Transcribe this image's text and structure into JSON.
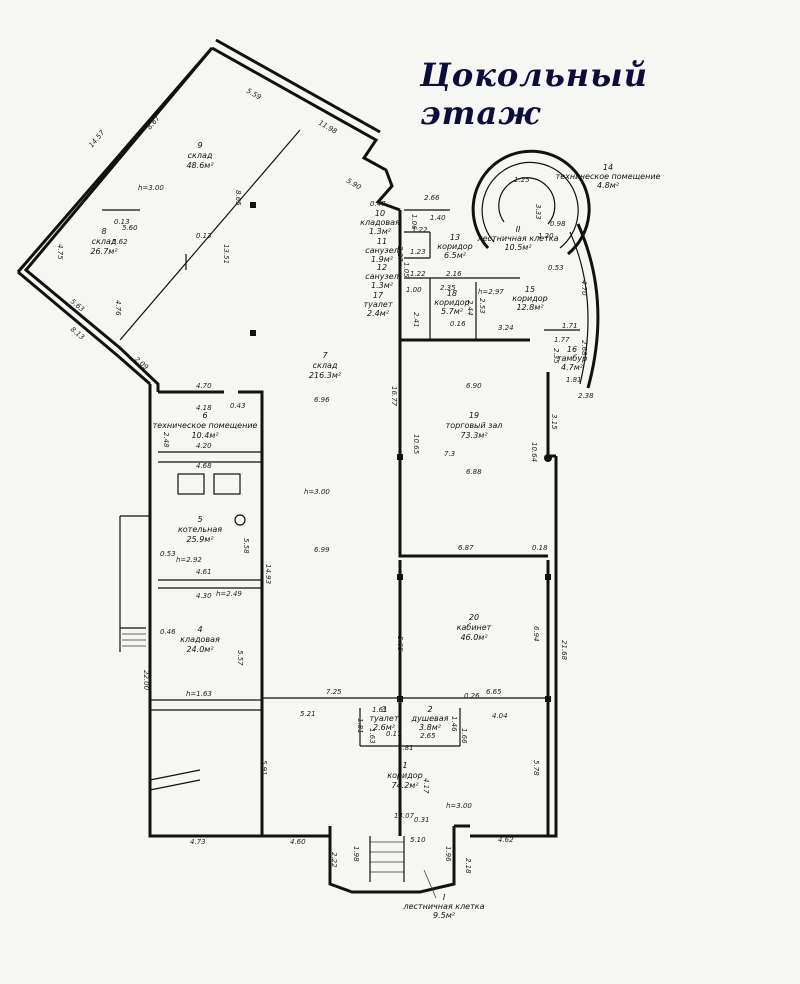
{
  "title": "Цокольный этаж",
  "rooms": [
    {
      "id": "r1",
      "number": "1",
      "name": "коридор",
      "area": "74.2м²"
    },
    {
      "id": "r2",
      "number": "2",
      "name": "душевая",
      "area": "3.8м²"
    },
    {
      "id": "r3",
      "number": "3",
      "name": "туалет",
      "area": "2.6м²"
    },
    {
      "id": "r4",
      "number": "4",
      "name": "кладовая",
      "area": "24.0м²"
    },
    {
      "id": "r5",
      "number": "5",
      "name": "котельная",
      "area": "25.9м²"
    },
    {
      "id": "r6",
      "number": "6",
      "name": "техническое помещение",
      "area": "10.4м²"
    },
    {
      "id": "r7",
      "number": "7",
      "name": "склад",
      "area": "216.3м²"
    },
    {
      "id": "r8",
      "number": "8",
      "name": "склад",
      "area": "26.7м²"
    },
    {
      "id": "r9",
      "number": "9",
      "name": "склад",
      "area": "48.6м²"
    },
    {
      "id": "r10",
      "number": "10",
      "name": "кладовая",
      "area": "1.3м²"
    },
    {
      "id": "r11",
      "number": "11",
      "name": "санузел",
      "area": "1.9м²"
    },
    {
      "id": "r12",
      "number": "12",
      "name": "санузел",
      "area": "1.3м²"
    },
    {
      "id": "r13",
      "number": "13",
      "name": "коридор",
      "area": "6.5м²"
    },
    {
      "id": "r14",
      "number": "14",
      "name": "техническое помещение",
      "area": "4.8м²"
    },
    {
      "id": "r15",
      "number": "15",
      "name": "коридор",
      "area": "12.8м²"
    },
    {
      "id": "r16",
      "number": "16",
      "name": "тамбур",
      "area": "4.7м²"
    },
    {
      "id": "r17",
      "number": "17",
      "name": "туалет",
      "area": "2.4м²"
    },
    {
      "id": "r18",
      "number": "18",
      "name": "коридор",
      "area": "5.7м²"
    },
    {
      "id": "r19",
      "number": "19",
      "name": "торговый зал",
      "area": "73.3м²"
    },
    {
      "id": "r20",
      "number": "20",
      "name": "кабинет",
      "area": "46.0м²"
    },
    {
      "id": "rI",
      "number": "I",
      "name": "лестничная клетка",
      "area": "9.5м²"
    },
    {
      "id": "rII",
      "number": "II",
      "name": "лестничная клетка",
      "area": "10.5м²"
    }
  ],
  "heights": [
    "h=3.00",
    "h=3.00",
    "h=3.00",
    "h=2.92",
    "h=2.49",
    "h=1.63",
    "h=2.97"
  ],
  "dimensions": [
    "14.57",
    "8.67",
    "5.59",
    "11.98",
    "5.90",
    "4.75",
    "5.63",
    "8.13",
    "2.09",
    "4.76",
    "0.13",
    "5.60",
    "5.62",
    "0.13",
    "8.65",
    "13.51",
    "0.47",
    "4.70",
    "4.18",
    "0.43",
    "2.48",
    "4.20",
    "4.68",
    "16.77",
    "6.96",
    "6.90",
    "10.65",
    "7.3",
    "6.88",
    "10.64",
    "3.15",
    "5.58",
    "6.99",
    "6.87",
    "0.18",
    "14.93",
    "0.53",
    "4.61",
    "4.30",
    "5.65",
    "6.94",
    "21.68",
    "0.46",
    "5.57",
    "22.00",
    "7.25",
    "0.26",
    "6.65",
    "5.21",
    "4.04",
    "1.61",
    "1.81",
    "1.63",
    "0.17",
    "4.81",
    "2.65",
    "1.46",
    "1.66",
    "5.91",
    "4.17",
    "5.78",
    "14.07",
    "0.31",
    "4.73",
    "4.60",
    "5.10",
    "4.62",
    "2.22",
    "1.98",
    "1.96",
    "2.18",
    "2.66",
    "1.40",
    "1.06",
    "1.22",
    "1.23",
    "2.27",
    "1.22",
    "1.05",
    "2.16",
    "1.00",
    "2.35",
    "2.41",
    "2.44",
    "2.53",
    "0.16",
    "3.24",
    "1.25",
    "3.33",
    "0.98",
    "1.20",
    "0.53",
    "4.70",
    "1.71",
    "1.77",
    "2.35",
    "2.68",
    "1.81",
    "2.38"
  ]
}
